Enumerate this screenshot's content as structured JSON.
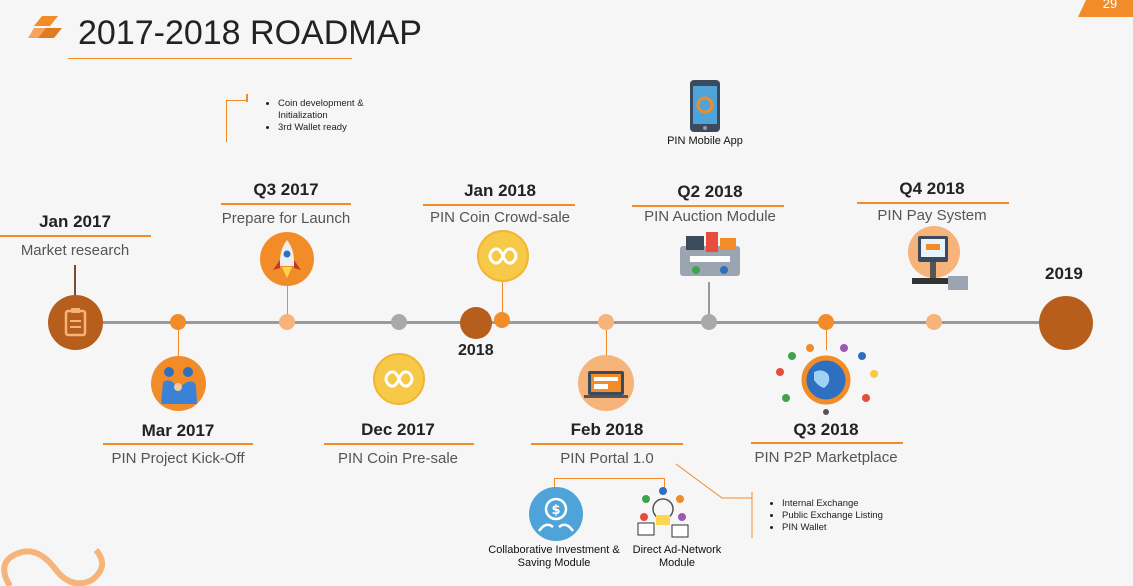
{
  "slide": {
    "title": "2017-2018 ROADMAP",
    "page_number": "29",
    "colors": {
      "accent": "#f28c28",
      "dark_accent": "#b85e1c",
      "axis": "#9a9a9a",
      "grey_dot": "#a9a9a9",
      "light_dot": "#f6b47a"
    }
  },
  "milestones": {
    "jan2017": {
      "date": "Jan 2017",
      "desc": "Market research",
      "icon": "clipboard-icon"
    },
    "mar2017": {
      "date": "Mar 2017",
      "desc": "PIN Project Kick-Off",
      "icon": "handshake-icon"
    },
    "q32017": {
      "date": "Q3 2017",
      "desc": "Prepare for Launch",
      "icon": "rocket-icon",
      "bullets": [
        "Coin development & Initialization",
        "3rd Wallet ready"
      ]
    },
    "dec2017": {
      "date": "Dec 2017",
      "desc": "PIN Coin Pre-sale",
      "icon": "pin-coin-icon"
    },
    "year2018": {
      "label": "2018"
    },
    "jan2018": {
      "date": "Jan 2018",
      "desc": "PIN Coin Crowd-sale",
      "icon": "pin-coin-icon"
    },
    "feb2018": {
      "date": "Feb 2018",
      "desc": "PIN Portal 1.0",
      "icon": "monitor-icon",
      "sub_modules": [
        {
          "label": "Collaborative Investment & Saving Module",
          "icon": "investment-icon"
        },
        {
          "label": "Direct Ad-Network Module",
          "icon": "ad-network-icon"
        }
      ],
      "bullets": [
        "Internal Exchange",
        "Public Exchange Listing",
        "PIN Wallet"
      ]
    },
    "q22018": {
      "date": "Q2 2018",
      "desc": "PIN Auction Module",
      "icon": "auction-icon",
      "app_label": "PIN Mobile App"
    },
    "q32018": {
      "date": "Q3 2018",
      "desc": "PIN P2P Marketplace",
      "icon": "globe-network-icon"
    },
    "q42018": {
      "date": "Q4 2018",
      "desc": "PIN Pay System",
      "icon": "pos-terminal-icon"
    },
    "year2019": {
      "label": "2019"
    }
  }
}
